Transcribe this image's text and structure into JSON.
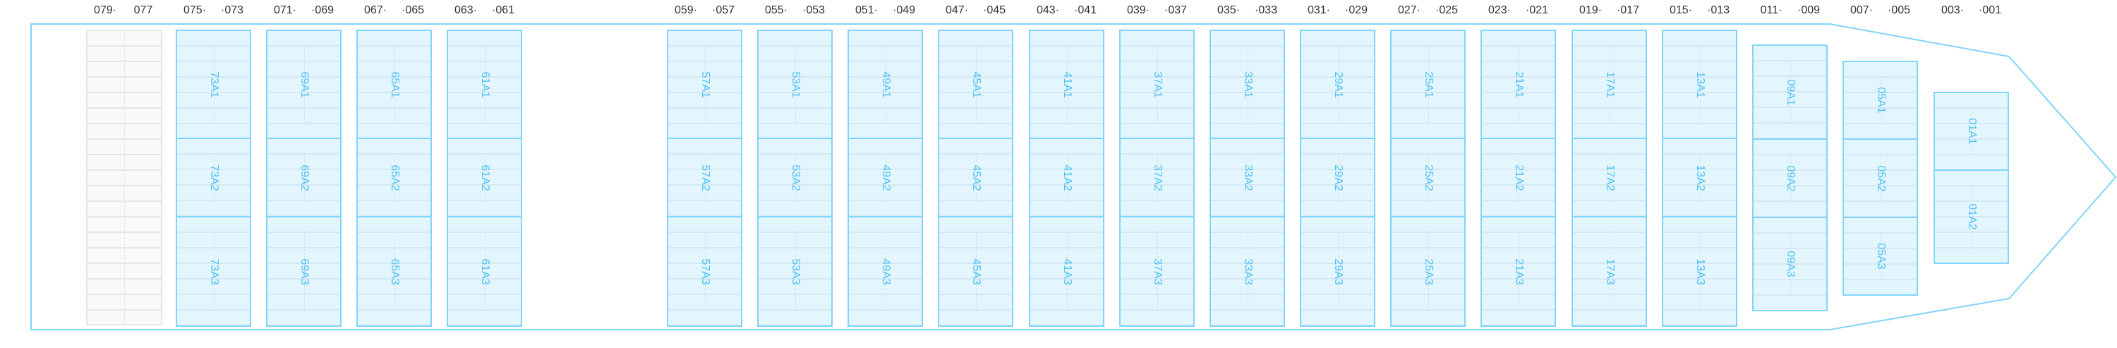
{
  "colors": {
    "hull": "#81d4fa",
    "slot_border": "#81d4fa",
    "label": "#4fc3f7",
    "header_text": "#333333"
  },
  "bays": [
    {
      "left": "079·",
      "right": "077",
      "slots": []
    },
    {
      "left": "075·",
      "right": "·073",
      "slots": [
        "73A1",
        "73A2",
        "73A3"
      ]
    },
    {
      "left": "071·",
      "right": "·069",
      "slots": [
        "69A1",
        "69A2",
        "69A3"
      ]
    },
    {
      "left": "067·",
      "right": "·065",
      "slots": [
        "65A1",
        "65A2",
        "65A3"
      ]
    },
    {
      "left": "063·",
      "right": "·061",
      "slots": [
        "61A1",
        "61A2",
        "61A3"
      ]
    },
    {
      "left": "059·",
      "right": "·057",
      "slots": [
        "57A1",
        "57A2",
        "57A3"
      ]
    },
    {
      "left": "055·",
      "right": "·053",
      "slots": [
        "53A1",
        "53A2",
        "53A3"
      ]
    },
    {
      "left": "051·",
      "right": "·049",
      "slots": [
        "49A1",
        "49A2",
        "49A3"
      ]
    },
    {
      "left": "047·",
      "right": "·045",
      "slots": [
        "45A1",
        "45A2",
        "45A3"
      ]
    },
    {
      "left": "043·",
      "right": "·041",
      "slots": [
        "41A1",
        "41A2",
        "41A3"
      ]
    },
    {
      "left": "039·",
      "right": "·037",
      "slots": [
        "37A1",
        "37A2",
        "37A3"
      ]
    },
    {
      "left": "035·",
      "right": "·033",
      "slots": [
        "33A1",
        "33A2",
        "33A3"
      ]
    },
    {
      "left": "031·",
      "right": "·029",
      "slots": [
        "29A1",
        "29A2",
        "29A3"
      ]
    },
    {
      "left": "027·",
      "right": "·025",
      "slots": [
        "25A1",
        "25A2",
        "25A3"
      ]
    },
    {
      "left": "023·",
      "right": "·021",
      "slots": [
        "21A1",
        "21A2",
        "21A3"
      ]
    },
    {
      "left": "019·",
      "right": "·017",
      "slots": [
        "17A1",
        "17A2",
        "17A3"
      ]
    },
    {
      "left": "015·",
      "right": "·013",
      "slots": [
        "13A1",
        "13A2",
        "13A3"
      ]
    },
    {
      "left": "011·",
      "right": "·009",
      "slots": [
        "09A1",
        "09A2",
        "09A3"
      ]
    },
    {
      "left": "007·",
      "right": "·005",
      "slots": [
        "05A1",
        "05A2",
        "05A3"
      ]
    },
    {
      "left": "003·",
      "right": "·001",
      "slots": [
        "01A1",
        "01A2"
      ]
    }
  ]
}
